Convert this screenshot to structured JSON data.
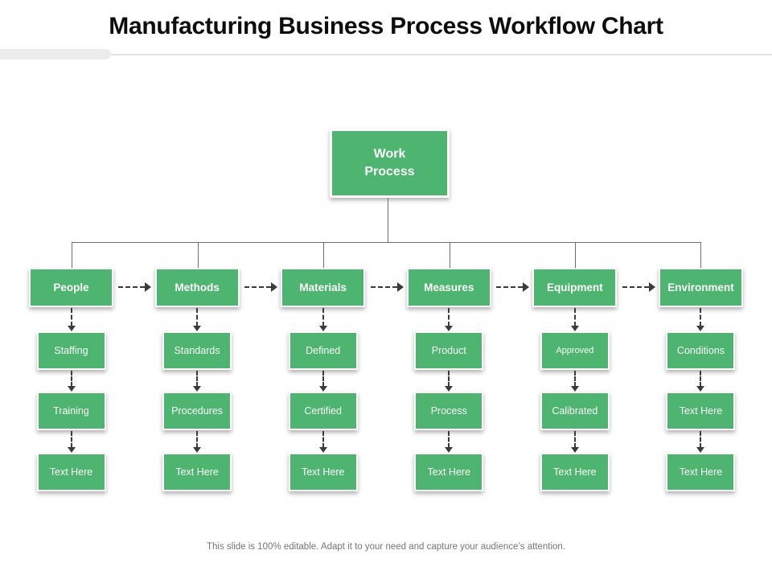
{
  "title": "Manufacturing Business Process Workflow Chart",
  "root": {
    "label": "Work\nProcess"
  },
  "columns": [
    {
      "header": "People",
      "children": [
        "Staffing",
        "Training",
        "Text Here"
      ]
    },
    {
      "header": "Methods",
      "children": [
        "Standards",
        "Procedures",
        "Text Here"
      ]
    },
    {
      "header": "Materials",
      "children": [
        "Defined",
        "Certified",
        "Text Here"
      ]
    },
    {
      "header": "Measures",
      "children": [
        "Product",
        "Process",
        "Text Here"
      ]
    },
    {
      "header": "Equipment",
      "children": [
        "Approved",
        "Calibrated",
        "Text Here"
      ]
    },
    {
      "header": "Environment",
      "children": [
        "Conditions",
        "Text Here",
        "Text Here"
      ]
    }
  ],
  "footer": "This slide is 100% editable. Adapt it to your need and capture your audience’s attention.",
  "colors": {
    "box_green": "#4db56f",
    "arrow_dark": "#3b3b3b",
    "line_gray": "#6e6e6e",
    "footer_gray": "#757575",
    "accent_gray": "#ececec"
  }
}
